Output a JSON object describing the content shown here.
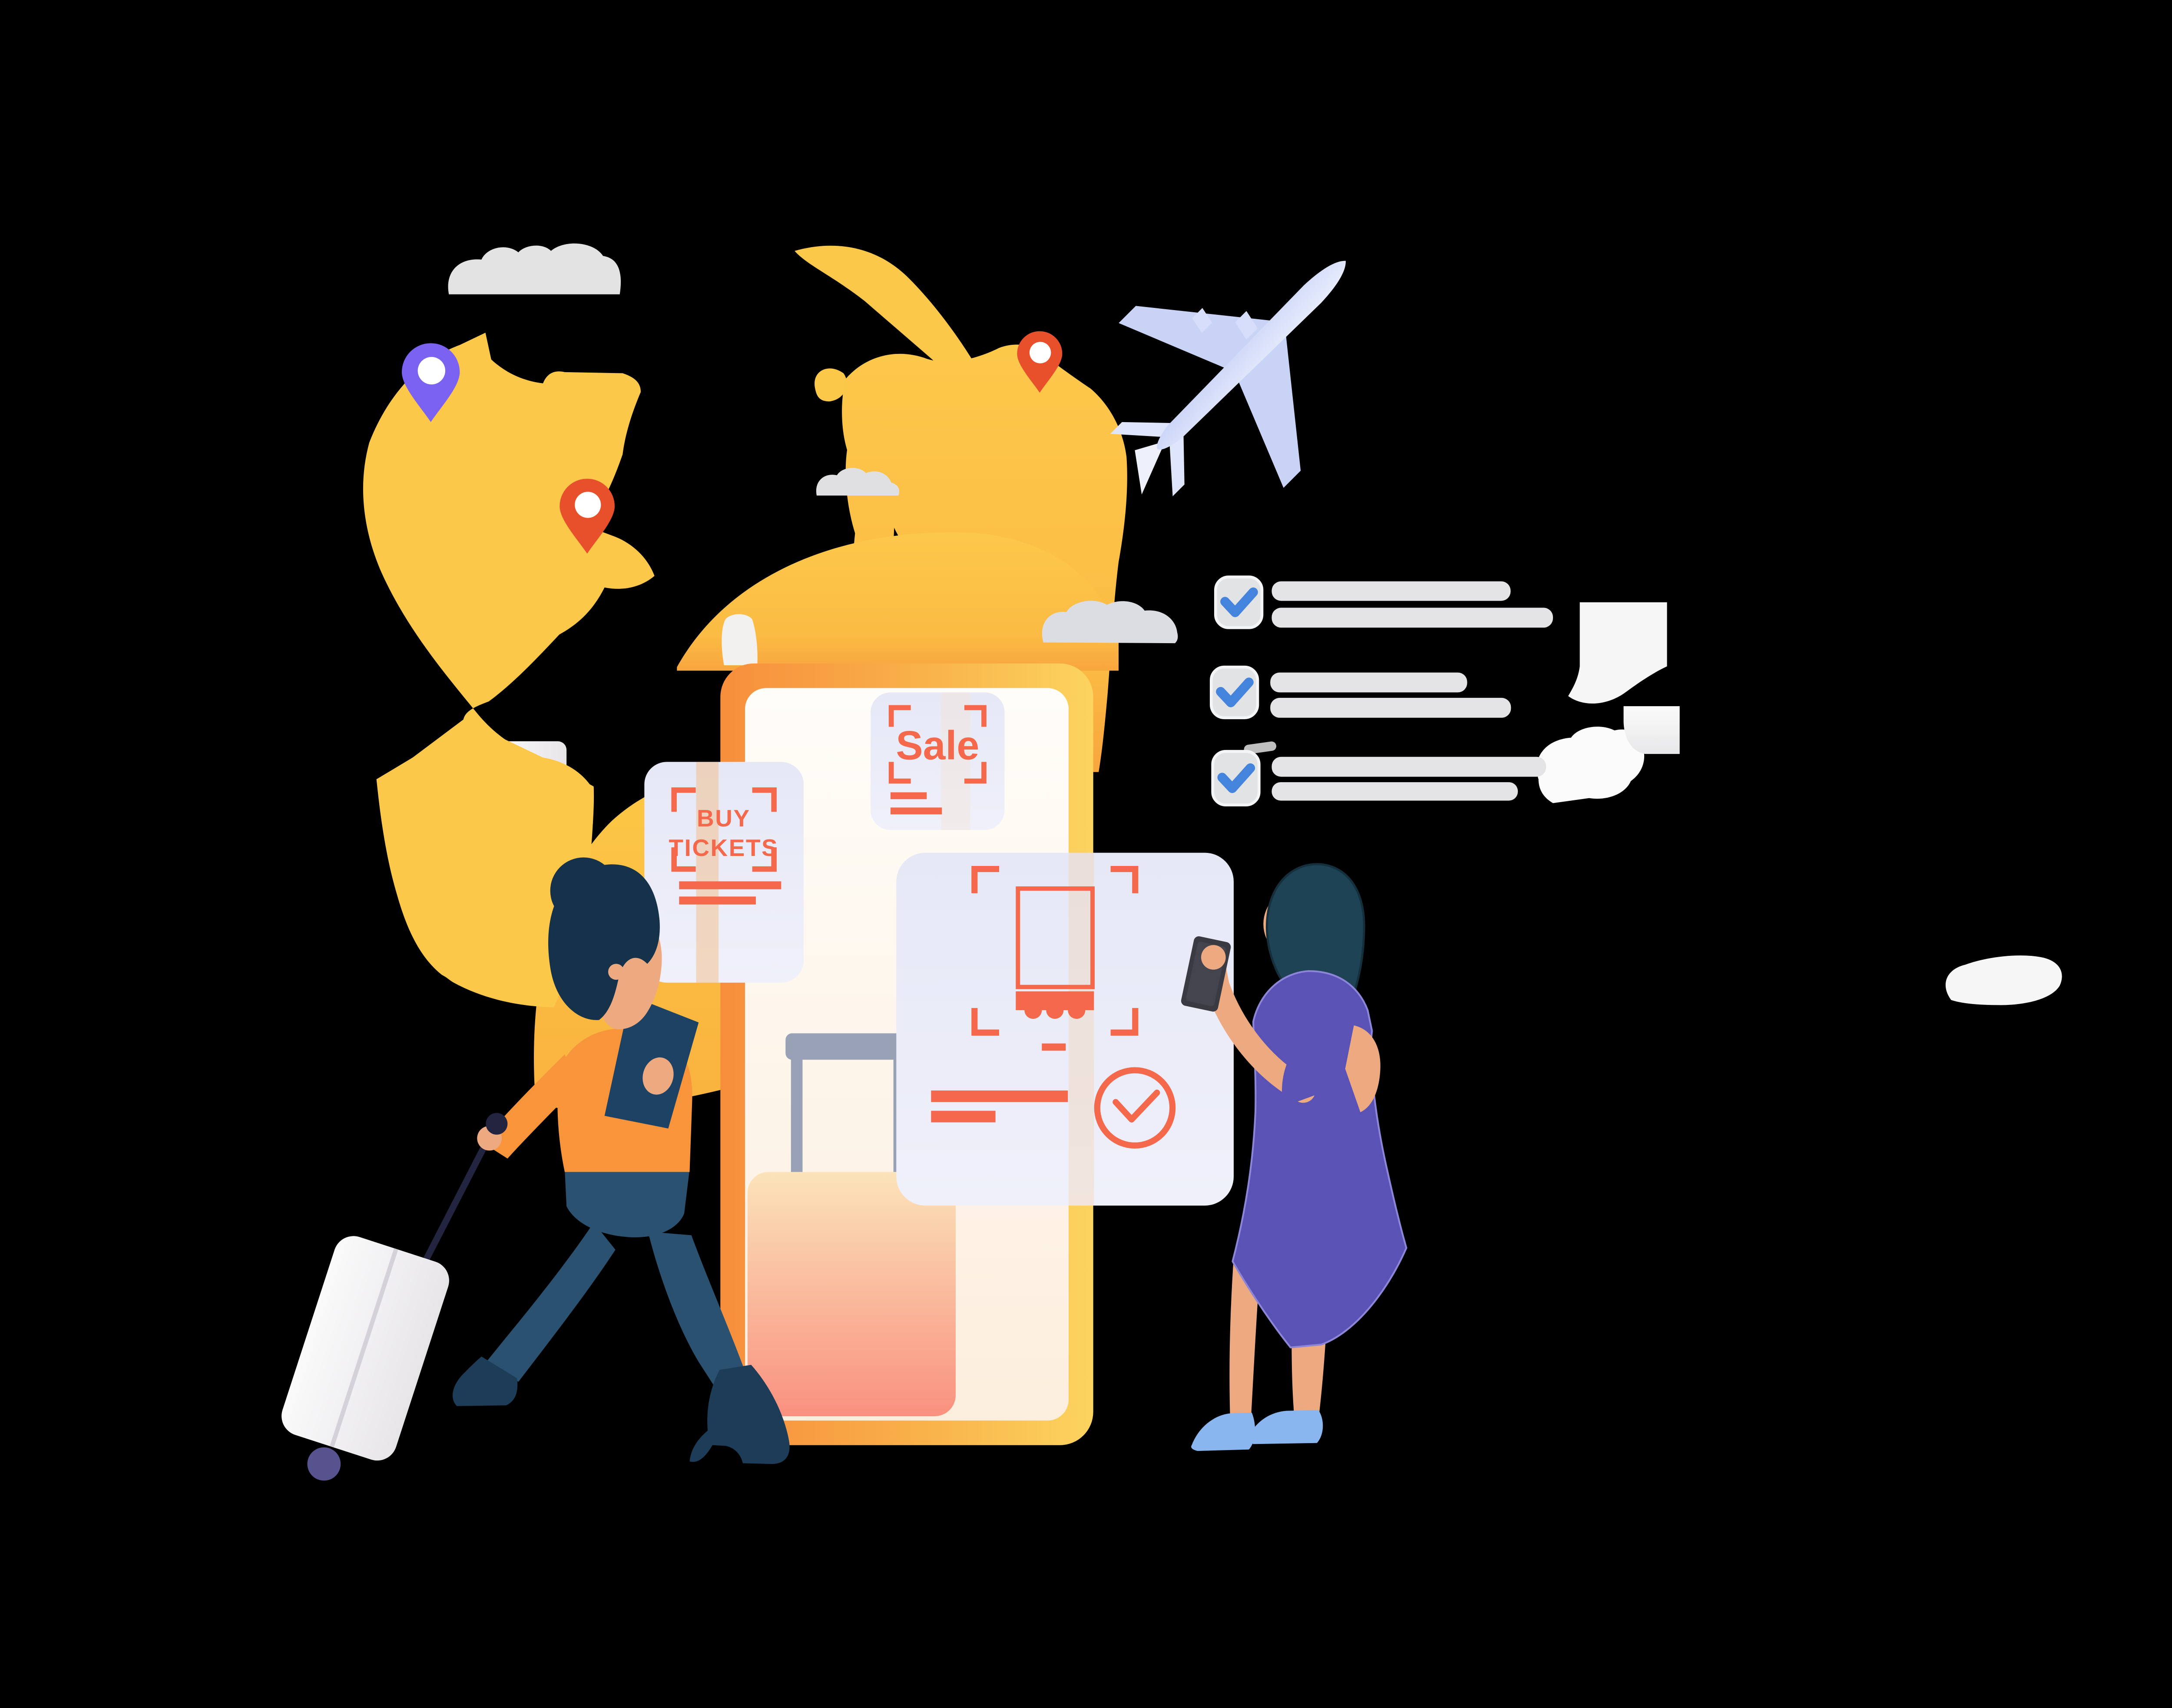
{
  "illustration": {
    "description": "Flat vector illustration: buying travel tickets online. Two women near a giant phone mockup showing sale and ticket cards, world map with location pins, airplane, checklist.",
    "labels": {
      "sale": "Sale",
      "buy_line1": "BUY",
      "buy_line2": "TICKETS"
    },
    "colors": {
      "background": "#000000",
      "accent_orange": "#f4694c",
      "globe_yellow": "#fcc84a",
      "globe_orange": "#f8a53e",
      "frame_orange": "#f78e3c",
      "frame_yellow": "#fcd45f",
      "screen_cream": "#fdeedd",
      "card_lavender": "#e7e9f7",
      "pin_purple": "#7c62f1",
      "pin_red": "#e8502b",
      "check_blue": "#4584dc",
      "bar_gray": "#e4e4e6",
      "cloud_gray": "#e3e3e3",
      "plane_blue": "#c9d3f8",
      "sweater_orange": "#f8943a",
      "pants_navy": "#2b5170",
      "boots_navy": "#1d3c57",
      "hair_dark_navy": "#16324a",
      "hair_teal": "#1d4355",
      "dress_purple": "#5a52b5",
      "skin_tan": "#edaa80",
      "shoe_blue": "#8ab6f0",
      "suitcase_white": "#f7f5f7",
      "wheel_indigo": "#57538f",
      "folder_navy": "#1e4264",
      "phone_dark": "#393a42"
    },
    "checklist": {
      "items": [
        {
          "checked": true,
          "bar_widths": [
            660,
            777
          ]
        },
        {
          "checked": true,
          "bar_widths": [
            544,
            665
          ]
        },
        {
          "checked": true,
          "bar_widths": [
            758,
            680
          ]
        }
      ]
    },
    "icons": [
      "location-pin-purple-icon",
      "location-pin-red-icon",
      "location-pin-red-icon",
      "airplane-icon",
      "cloud-icon",
      "cloud-icon",
      "cloud-icon",
      "cloud-icon",
      "checkmark-icon",
      "checkmark-icon",
      "checkmark-icon",
      "corner-brackets-icon",
      "ticket-icon",
      "check-circle-icon",
      "suitcase-icon",
      "rolling-luggage-icon",
      "smartphone-icon",
      "document-icon",
      "document-icon",
      "speech-cloud-icon"
    ]
  }
}
